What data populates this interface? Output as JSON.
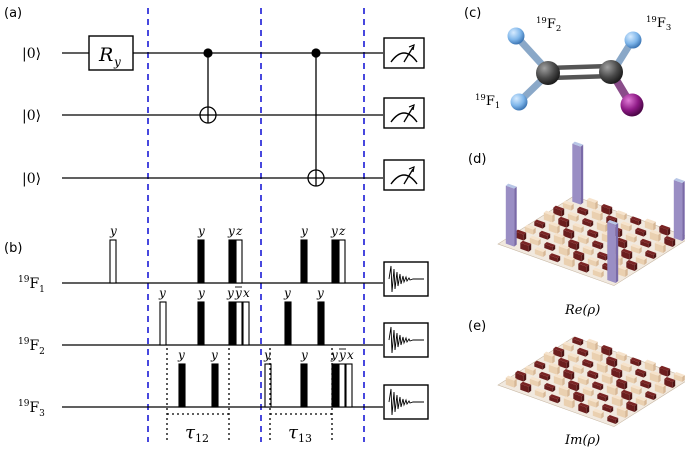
{
  "panels": {
    "a": "(a)",
    "b": "(b)",
    "c": "(c)",
    "d": "(d)",
    "e": "(e)"
  },
  "circuit": {
    "ket": "|0⟩",
    "gate": "R",
    "gate_sub": "y"
  },
  "pulse": {
    "nucleus_mass": "19",
    "nucleus_letter": "F",
    "rows": [
      {
        "label_sub": "1"
      },
      {
        "label_sub": "2"
      },
      {
        "label_sub": "3"
      }
    ],
    "pulse_labels": {
      "y": "y",
      "z": "z",
      "x": "x",
      "ybar": "y"
    },
    "tau12": {
      "sym": "τ",
      "sub": "12"
    },
    "tau13": {
      "sym": "τ",
      "sub": "13"
    }
  },
  "molecule": {
    "f2": "F2",
    "f3": "F3",
    "f1": "F1"
  },
  "matrix_labels": {
    "re": "Re(ρ)",
    "im": "Im(ρ)"
  },
  "colors": {
    "dashed_divider": "#1b1bd6",
    "atom_fluorine": "#7fb6ea",
    "atom_carbon": "#4a4a4a",
    "atom_iodine": "#8e1a86",
    "bar_tall": "#7a6aa8",
    "bar_dark": "#6b1e1e",
    "bar_light": "#f3dcc2"
  }
}
